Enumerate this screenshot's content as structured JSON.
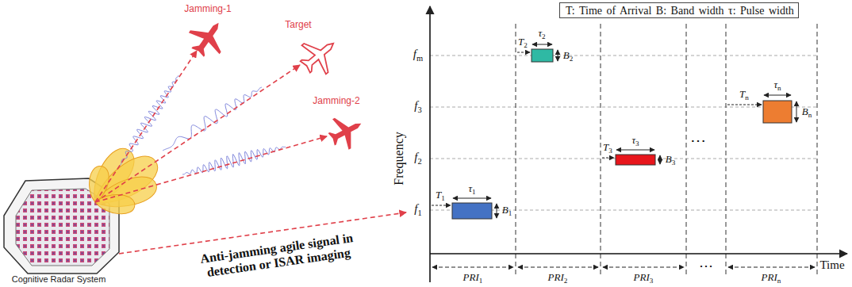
{
  "diagram": {
    "nodes": [
      {
        "text": [
          "T: Time of Arrival B: Band width τ: Pulse width"
        ]
      }
    ],
    "labels": [
      "Jamming-1",
      "Target",
      "Jamming-2",
      "Cognitive Radar System",
      "Anti-jamming agile signal in detection or ISAR imaging",
      "Frequency",
      "fm",
      "f3",
      "f2",
      "f1",
      "T2",
      "τ2",
      "B2",
      "Tn",
      "τn",
      "Bn",
      "T3",
      "τ3",
      "B3",
      "T1",
      "τ1",
      "B1",
      "⋯",
      "Time",
      "PRI1",
      "PRI2",
      "PRI3",
      "⋯",
      "PRIn"
    ]
  }
}
